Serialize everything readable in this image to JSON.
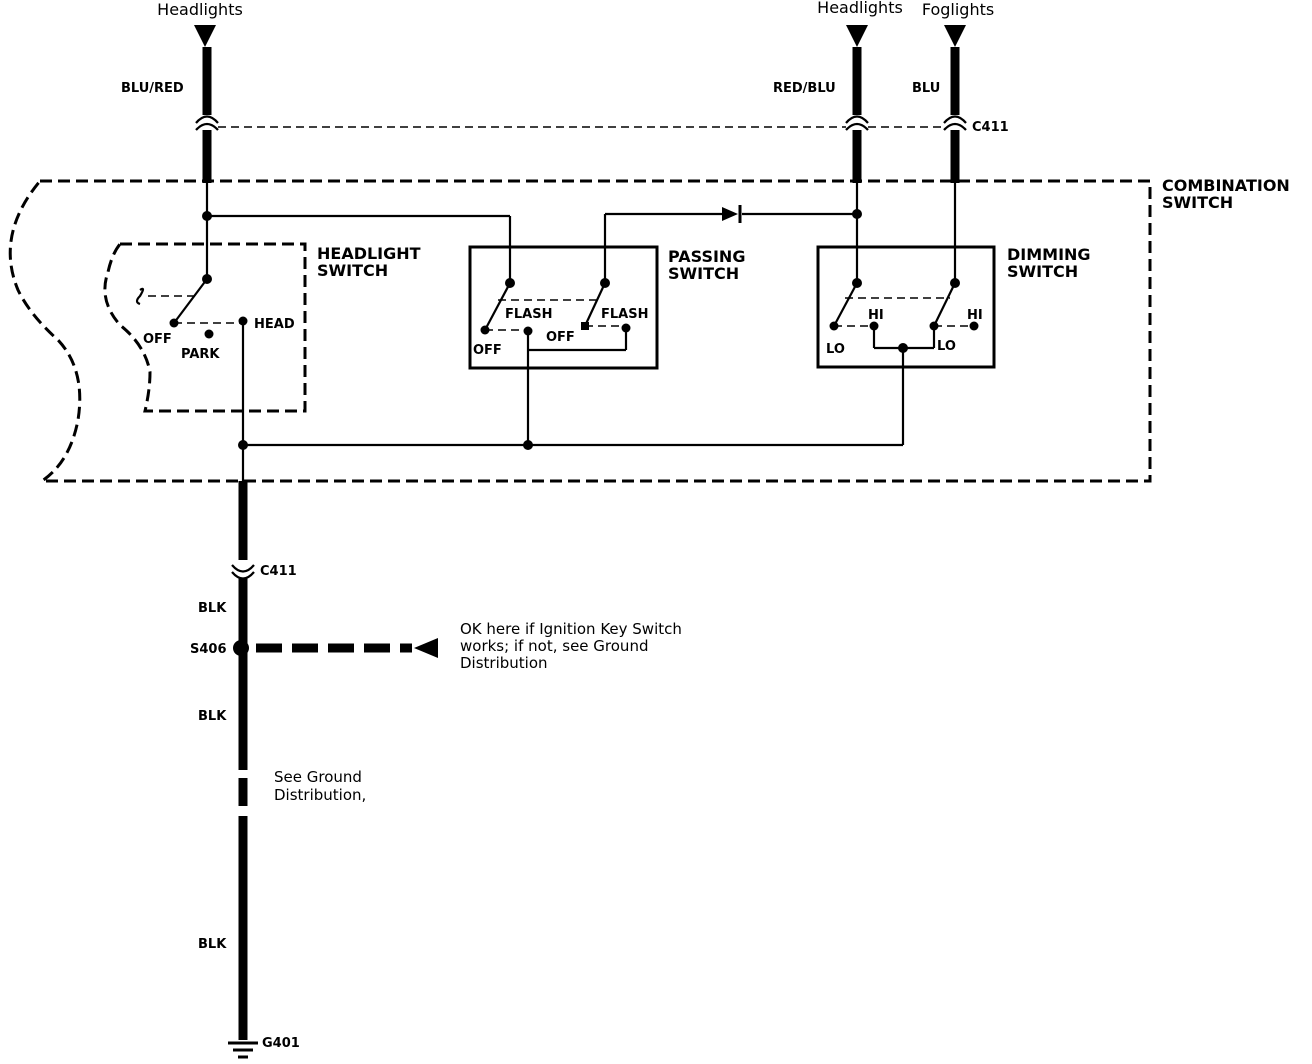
{
  "terminals": {
    "headlights_left": "Headlights",
    "headlights_right": "Headlights",
    "foglights": "Foglights"
  },
  "wires": {
    "blu_red": "BLU/RED",
    "red_blu": "RED/BLU",
    "blu": "BLU",
    "blk_1": "BLK",
    "blk_2": "BLK",
    "blk_3": "BLK"
  },
  "connectors": {
    "c411_top": "C411",
    "c411_bottom": "C411",
    "splice": "S406",
    "ground": "G401"
  },
  "components": {
    "combination_switch": [
      "COMBINATION",
      "SWITCH"
    ],
    "headlight_switch": [
      "HEADLIGHT",
      "SWITCH"
    ],
    "passing_switch": [
      "PASSING",
      "SWITCH"
    ],
    "dimming_switch": [
      "DIMMING",
      "SWITCH"
    ]
  },
  "positions": {
    "off": "OFF",
    "park": "PARK",
    "head": "HEAD",
    "flash_1": "FLASH",
    "flash_2": "FLASH",
    "off_passing_1": "OFF",
    "off_passing_2": "OFF",
    "hi_1": "HI",
    "hi_2": "HI",
    "lo_1": "LO",
    "lo_2": "LO"
  },
  "notes": {
    "ok_here": [
      "OK here if Ignition Key Switch",
      "works; if not, see Ground",
      "Distribution"
    ],
    "see_ground": [
      "See Ground",
      "Distribution,"
    ]
  }
}
